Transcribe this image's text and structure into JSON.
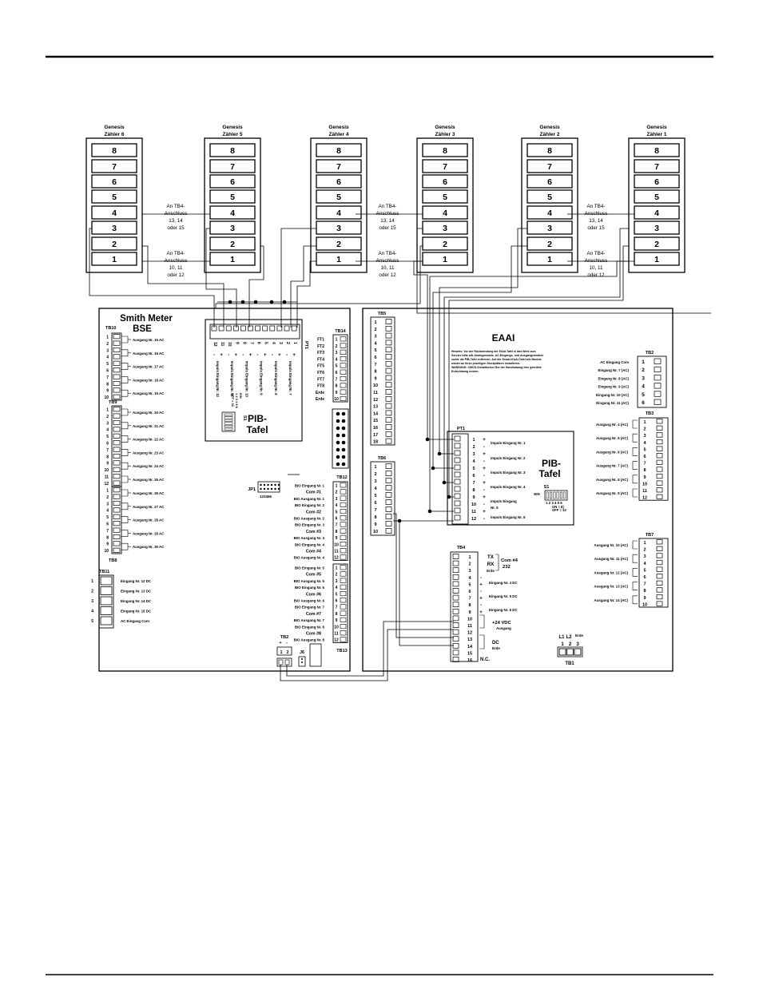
{
  "meters": [
    {
      "title1": "Genesis",
      "title2": "Zähler 6"
    },
    {
      "title1": "Genesis",
      "title2": "Zähler 5"
    },
    {
      "title1": "Genesis",
      "title2": "Zähler 4"
    },
    {
      "title1": "Genesis",
      "title2": "Zähler 3"
    },
    {
      "title1": "Genesis",
      "title2": "Zähler 2"
    },
    {
      "title1": "Genesis",
      "title2": "Zähler 1"
    }
  ],
  "meter_terminals": [
    "8",
    "7",
    "6",
    "5",
    "4",
    "3",
    "2",
    "1"
  ],
  "connector_notes": {
    "upper": [
      "An TB4-",
      "Anschluss",
      "13, 14",
      "oder 15"
    ],
    "lower": [
      "An TB4-",
      "Anschluss",
      "10, 11",
      "oder 12"
    ]
  },
  "left_board": {
    "title1": "Smith Meter",
    "title2": "BSE",
    "tb10_label": "TB10",
    "tb9_label": "TB9",
    "tb8_label": "TB8",
    "tb11_label": "TB11",
    "tb12_label": "TB12",
    "tb13_label": "TB13",
    "tb14_label": "TB14",
    "tb2_label": "TB2",
    "tb2_pins": [
      "1",
      "2"
    ],
    "tb2_polarity": [
      "+",
      "-"
    ],
    "j6_label": "J6",
    "jp1_label": "JP1",
    "jp1_pins": "123456",
    "ac_outputs": [
      "Ausgang Nr. 15 AC",
      "Ausgang Nr. 16 AC",
      "Ausgang Nr. 17 AC",
      "Ausgang Nr. 18 AC",
      "Ausgang Nr. 19 AC",
      "Ausgang Nr. 20 AC",
      "Ausgang Nr. 21 AC",
      "Ausgang Nr. 22 AC",
      "Ausgang Nr. 23 AC",
      "Ausgang Nr. 24 AC",
      "Ausgang Nr. 25 AC",
      "Ausgang Nr. 26 AC",
      "Ausgang Nr. 27 AC",
      "Ausgang Nr. 28 AC",
      "Ausgang Nr. 29 AC",
      "Ausgang Nr. 30 AC"
    ],
    "tb10_pins": [
      "1",
      "2",
      "3",
      "4",
      "5",
      "6",
      "7",
      "8",
      "9",
      "10"
    ],
    "tb9_pins": [
      "1",
      "2",
      "3",
      "4",
      "5",
      "6",
      "7",
      "8",
      "9",
      "10",
      "11",
      "12"
    ],
    "tb8_pins": [
      "1",
      "2",
      "3",
      "4",
      "5",
      "6",
      "7",
      "8",
      "9",
      "10"
    ],
    "tb11_pins": [
      "1",
      "2",
      "3",
      "4",
      "5"
    ],
    "tb11_labels": [
      "Eingang Nr. 12 DC",
      "Eingang Nr. 13 DC",
      "Eingang Nr. 14 DC",
      "Eingang Nr. 15 DC",
      "AC Eingang Com"
    ],
    "tb14_pins": [
      "1",
      "2",
      "3",
      "4",
      "5",
      "6",
      "7",
      "8",
      "9",
      "10"
    ],
    "tb14_labels": [
      "FT1",
      "FT2",
      "FT3",
      "FT4",
      "FT5",
      "FT6",
      "FT7",
      "FT8",
      "Erde",
      "Erde"
    ],
    "tb12_pins": [
      "1",
      "2",
      "3",
      "4",
      "5",
      "6",
      "7",
      "8",
      "9",
      "10",
      "11",
      "12"
    ],
    "tb13_pins": [
      "1",
      "2",
      "3",
      "4",
      "5",
      "6",
      "7",
      "8",
      "9",
      "10",
      "11",
      "12"
    ],
    "bio_labels_a": [
      "BIO Eingang Nr. 1",
      "Com #1",
      "BIO Ausgang Nr. 1",
      "BIO Eingang Nr. 2",
      "Com #2",
      "BIO Ausgang Nr. 2",
      "BIO Eingang Nr. 3",
      "Com #3",
      "BIO Ausgang Nr. 3",
      "BIO Eingang Nr. 4",
      "Com #4",
      "BIO Ausgang Nr. 4"
    ],
    "bio_labels_b": [
      "BIO Eingang Nr. 5",
      "Com #5",
      "BIO Ausgang Nr. 5",
      "BIO Eingang Nr. 6",
      "Com #6",
      "BIO Ausgang Nr. 6",
      "BIO Eingang Nr. 7",
      "Com #7",
      "BIO Ausgang Nr. 7",
      "BIO Eingang Nr. 8",
      "Com #8",
      "BIO Ausgang Nr. 8"
    ],
    "pib": {
      "title1": "PIB-",
      "title2": "Tafel",
      "pt1_label": "PT1",
      "pins": [
        "12",
        "11",
        "10",
        "9",
        "8",
        "7",
        "6",
        "5",
        "4",
        "3",
        "2",
        "1"
      ],
      "polarity": [
        "-",
        "+",
        "-",
        "+",
        "-",
        "+",
        "-",
        "+",
        "-",
        "+",
        "-",
        "+"
      ],
      "inputs": [
        "Impuls Eingang Nr. 12",
        "Impuls Eingang Nr. 11",
        "Impuls Eingang Nr. 10",
        "Impuls Eingang Nr. 9",
        "Impuls Eingang Nr. 8",
        "Impuls Eingang Nr. 7"
      ],
      "s1_label": "S1",
      "s1_text": [
        "EIN",
        "1 2 3 4 5 6",
        "OFF = 32"
      ]
    }
  },
  "right_board": {
    "title": "EAAI",
    "note": [
      "Hinweis: Vor der Rückwendung der EAAI-Tafel in das Werk zum",
      "Service bitte alle Analogmodule, AC-Eingangs- und Ausgangsmodule",
      "sowie die PIB-Tafel entfernen. Auf der Ersatz-EAAI-Tafel alle Module",
      "wieder an ihren jeweiligen Steckplätzen installieren.",
      "WARNUNG: CMOS-Schaltkreise! Bei der Handhabung eine geerdete",
      "Erdschlaung nutzen."
    ],
    "tb5_label": "TB5",
    "tb5_pins": [
      "1",
      "2",
      "3",
      "4",
      "5",
      "6",
      "7",
      "8",
      "9",
      "10",
      "11",
      "12",
      "13",
      "14",
      "15",
      "16",
      "17",
      "18"
    ],
    "tb6_label": "TB6",
    "tb6_pins": [
      "1",
      "2",
      "3",
      "4",
      "5",
      "6",
      "7",
      "8",
      "9",
      "10"
    ],
    "tb2_label": "TB2",
    "tb2_pins": [
      "1",
      "2",
      "3",
      "4",
      "5",
      "6"
    ],
    "tb2_labels": [
      "AC Eingang Com",
      "Eingang Nr. 7 (AC)",
      "Eingang Nr. 8 (AC)",
      "Eingang Nr. 9 (AC)",
      "Eingang Nr. 10 (AC)",
      "Eingang Nr. 11 (AC)"
    ],
    "tb3_label": "TB3",
    "tb3_pins": [
      "1",
      "2",
      "3",
      "4",
      "5",
      "6",
      "7",
      "8",
      "9",
      "10",
      "11",
      "12"
    ],
    "tb3_labels": [
      "Ausgang Nr. 4 (AC)",
      "Ausgang Nr. 5 (AC)",
      "Ausgang Nr. 6 (AC)",
      "Ausgang Nr. 7 (AC)",
      "Ausgang Nr. 8 (AC)",
      "Ausgang Nr. 9 (AC)"
    ],
    "tb7_label": "TB7",
    "tb7_pins": [
      "1",
      "2",
      "3",
      "4",
      "5",
      "6",
      "7",
      "8",
      "9",
      "10"
    ],
    "tb7_labels": [
      "Ausgang Nr. 10 (AC)",
      "Ausgang Nr. 11 (AC)",
      "Ausgang Nr. 12 (AC)",
      "Ausgang Nr. 13 (AC)",
      "Ausgang Nr. 14 (AC)"
    ],
    "pib": {
      "pt1_label": "PT1",
      "title1": "PIB-",
      "title2": "Tafel",
      "pins": [
        "1",
        "2",
        "3",
        "4",
        "5",
        "6",
        "7",
        "8",
        "9",
        "10",
        "11",
        "12"
      ],
      "polarity": [
        "+",
        "-",
        "+",
        "-",
        "+",
        "-",
        "+",
        "-",
        "+",
        "-",
        "+",
        "-"
      ],
      "inputs": [
        "Impuls Eingang Nr. 1",
        "Impuls Eingang Nr. 2",
        "Impuls Eingang Nr. 3",
        "Impuls Eingang Nr. 4",
        "Impuls Eingang",
        "Nr. 5",
        "Impuls Eingang Nr. 6"
      ],
      "s1_label": "S1",
      "s1_ein": "EIN",
      "s1_pins": "1 2 3 4 5 6",
      "s1_on": "ON = 8)",
      "s1_off": "OFF = 32"
    },
    "tb4_label": "TB4",
    "tb4_pins": [
      "1",
      "2",
      "3",
      "4",
      "5",
      "6",
      "7",
      "8",
      "9",
      "10",
      "11",
      "12",
      "13",
      "14",
      "15",
      "16"
    ],
    "tb4_polarity": [
      "",
      "",
      "",
      "-",
      "+",
      "-",
      "+",
      "-",
      "+",
      "",
      "",
      "",
      "",
      "",
      "",
      ""
    ],
    "tb4_side": {
      "tx": "TX",
      "rx": "RX",
      "erde": "Erde",
      "com": "Com #4",
      "rs": "232",
      "in4": "Eingang Nr. 4 DC",
      "in5": "Eingang Nr. 5 DC",
      "in6": "Eingang Nr. 6 DC",
      "v24": "+24 VDC",
      "ausgang": "Ausgang",
      "dc": "DC",
      "dc_erde": "Erde",
      "nc": "N.C."
    },
    "tb1_label": "TB1",
    "tb1_heads": [
      "L1",
      "L2",
      "Erde"
    ],
    "tb1_pins": [
      "1",
      "2",
      "3"
    ]
  }
}
